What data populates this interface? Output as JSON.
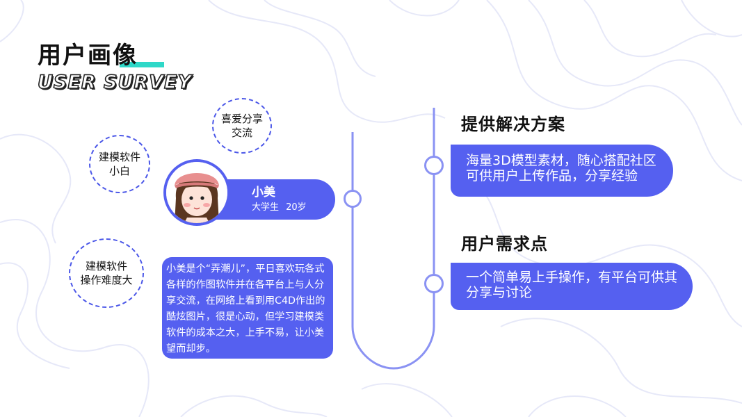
{
  "header": {
    "title": "用户画像",
    "subtitle": "USER SURVEY"
  },
  "persona": {
    "tags": [
      "喜爱分享\n交流",
      "建模软件\n小白",
      "建模软件\n操作难度大"
    ],
    "name": "小美",
    "role": "大学生 20岁",
    "story": "小美是个“弄潮儿”，平日喜欢玩各式各样的作图软件并在各平台上与人分享交流，在网络上看到用C4D作出的酷炫图片，很是心动，但学习建模类软件的成本之大，上手不易，让小美望而却步。"
  },
  "solution": {
    "heading": "提供解决方案",
    "text": "海量3D模型素材，随心搭配社区可供用户上传作品，分享经验"
  },
  "needs": {
    "heading": "用户需求点",
    "text": "一个简单易上手操作，有平台可供其分享与讨论"
  },
  "colors": {
    "accent": "#5560f0",
    "teal": "#2fd8c8",
    "line": "#8a92f3"
  }
}
